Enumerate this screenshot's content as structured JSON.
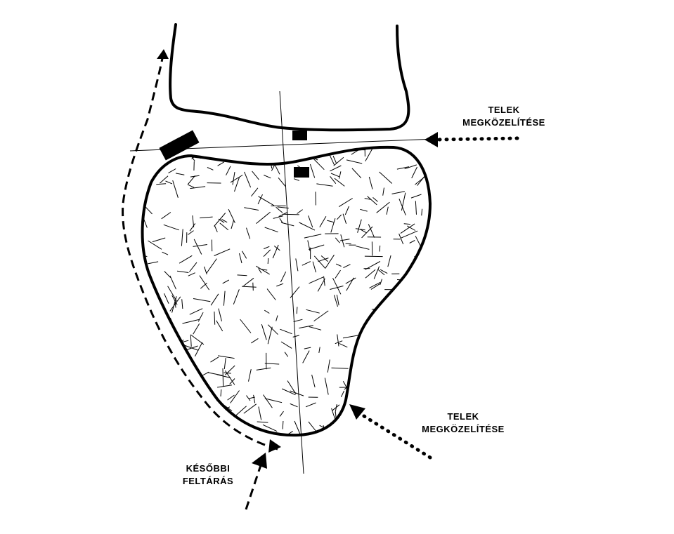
{
  "labels": {
    "east_approach": {
      "line1": "TELEK",
      "line2": "MEGKÖZELÍTÉSE"
    },
    "southeast_approach": {
      "line1": "TELEK",
      "line2": "MEGKÖZELÍTÉSE"
    },
    "later_access": {
      "line1": "KÉSŐBBI",
      "line2": "FELTÁRÁS"
    }
  },
  "colors": {
    "ink": "#000000",
    "background": "#ffffff"
  },
  "hatch": {
    "strokes": 420
  }
}
